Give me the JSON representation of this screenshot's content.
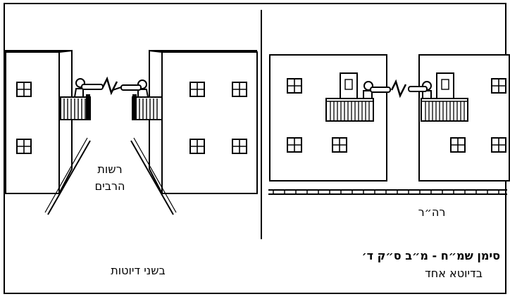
{
  "right_panel": {
    "street_label": "רה״ר",
    "title": "סימן שמ״ח - מ״ב ס״ק ד׳",
    "subtitle": "בדיוטא אחד"
  },
  "left_panel": {
    "public_domain_line1": "רשות",
    "public_domain_line2": "הרבים",
    "caption": "בשני דיוטות"
  },
  "colors": {
    "ink": "#000000",
    "paper": "#ffffff"
  }
}
